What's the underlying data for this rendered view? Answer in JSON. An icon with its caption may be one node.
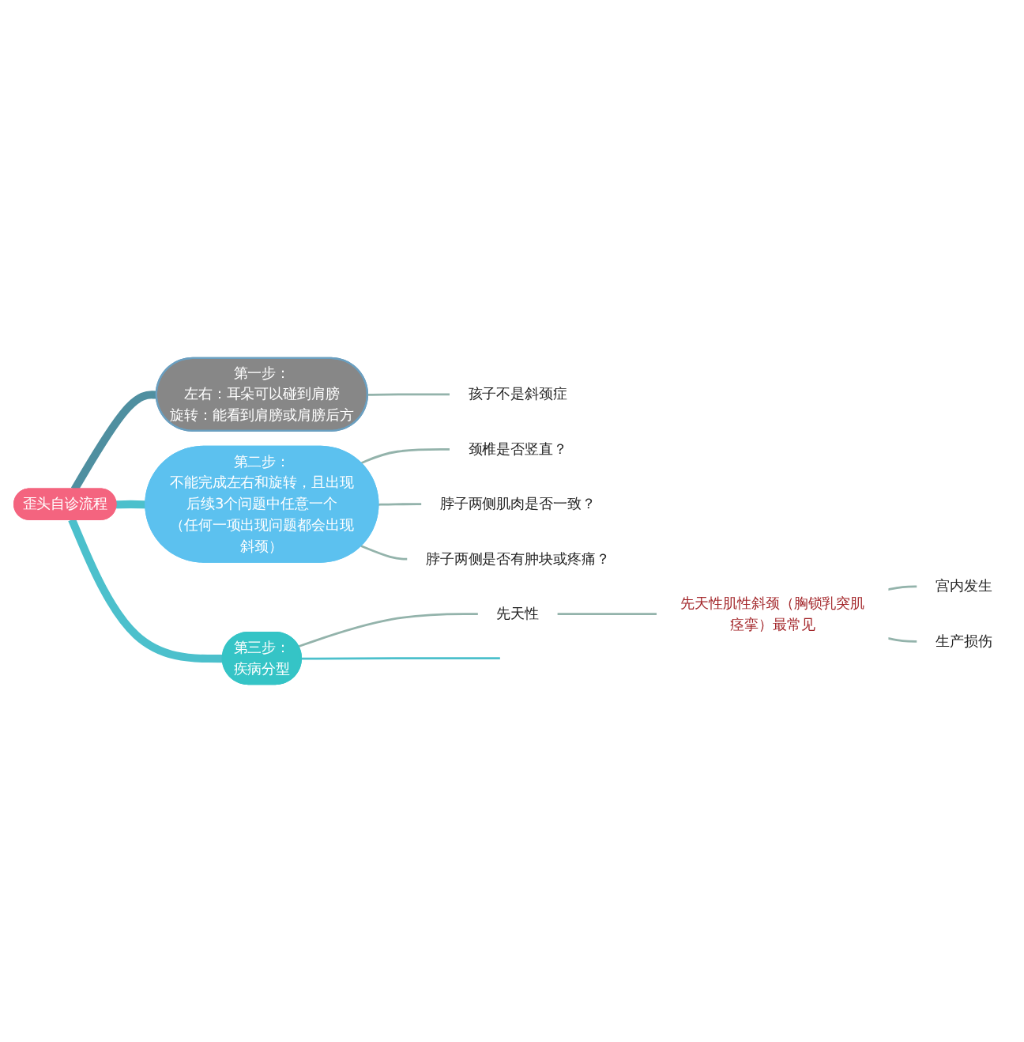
{
  "diagram": {
    "nodes": [
      {
        "text": [
          "歪头自诊流程"
        ]
      },
      {
        "text": [
          "第一步：",
          "左右：耳朵可以碰到肩膀",
          "旋转：能看到肩膀或肩膀后方"
        ]
      },
      {
        "text": [
          "孩子不是斜颈症"
        ]
      },
      {
        "text": [
          "第二步：",
          "不能完成左右和旋转，且出现后续3个问题中任意一个",
          "（任何一项出现问题都会出现斜颈）"
        ]
      },
      {
        "text": [
          "颈椎是否竖直？"
        ]
      },
      {
        "text": [
          "脖子两侧肌肉是否一致？"
        ]
      },
      {
        "text": [
          "脖子两侧是否有肿块或疼痛？"
        ]
      },
      {
        "text": [
          "第三步：",
          "疾病分型"
        ]
      },
      {
        "text": [
          "先天性"
        ]
      },
      {
        "text": [
          "先天性肌性斜颈（胸锁乳突肌痉挛）最常见"
        ]
      },
      {
        "text": [
          "宫内发生"
        ]
      },
      {
        "text": [
          "生产损伤"
        ]
      }
    ],
    "edges": [
      {
        "from": 0,
        "to": 1,
        "arrow": "none",
        "style": "thick",
        "color": "#4f8fa0"
      },
      {
        "from": 0,
        "to": 3,
        "arrow": "none",
        "style": "thick",
        "color": "#4cc0cc"
      },
      {
        "from": 0,
        "to": 7,
        "arrow": "none",
        "style": "thick",
        "color": "#4cc0cc"
      },
      {
        "from": 1,
        "to": 2,
        "arrow": "none"
      },
      {
        "from": 3,
        "to": 4,
        "arrow": "none"
      },
      {
        "from": 3,
        "to": 5,
        "arrow": "none"
      },
      {
        "from": 3,
        "to": 6,
        "arrow": "none"
      },
      {
        "from": 7,
        "to": 8,
        "arrow": "none"
      },
      {
        "from": 8,
        "to": 9,
        "arrow": "none"
      },
      {
        "from": 9,
        "to": 10,
        "arrow": "none"
      },
      {
        "from": 9,
        "to": 11,
        "arrow": "none"
      },
      {
        "from": 7,
        "to": null,
        "arrow": "none",
        "color": "#4cc0cc"
      }
    ]
  }
}
